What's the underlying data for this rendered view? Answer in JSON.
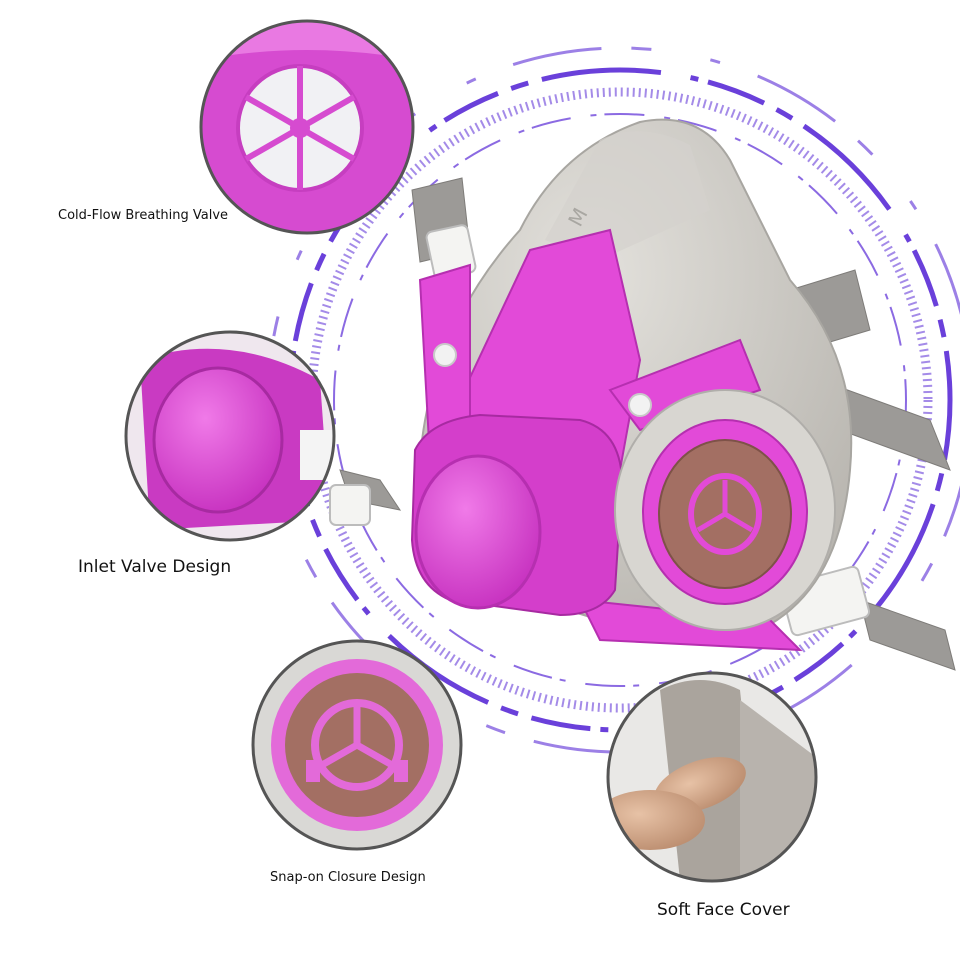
{
  "features": [
    {
      "id": "cold-flow-breathing-valve",
      "label": "Cold-Flow Breathing Valve"
    },
    {
      "id": "inlet-valve-design",
      "label": "Inlet Valve Design"
    },
    {
      "id": "snap-on-closure-design",
      "label": "Snap-on Closure Design"
    },
    {
      "id": "soft-face-cover",
      "label": "Soft Face Cover"
    }
  ],
  "mask": {
    "emboss_mark": "M"
  },
  "colors": {
    "ring_accent": "#5a2bd6",
    "mask_pink": "#e24ad8",
    "mask_pink_dark": "#b62fb0",
    "mask_gray": "#c9c7c2",
    "filter_brown": "#a36f63",
    "inset_border": "#555555",
    "label_text": "#111111"
  },
  "icons": [
    "valve-cover-icon",
    "inlet-valve-icon",
    "snap-on-cap-icon",
    "face-cushion-icon"
  ]
}
